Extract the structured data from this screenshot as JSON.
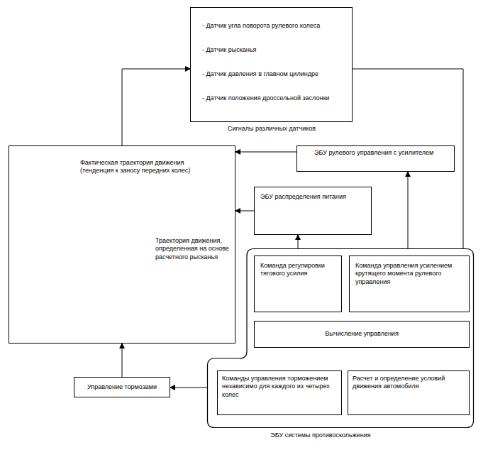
{
  "diagram": {
    "nodes": [
      {
        "text": [
          "- Датчик угла поворота рулевого колеса",
          "- Датчик рысканья",
          "- Датчик давления в главном цилиндре",
          "- Датчик положения дроссельной заслонки",
          "Сигналы различных датчиков"
        ]
      },
      {
        "text": [
          "Фактическая траектория движения (тенденция к заносу передних колес)",
          "Траектория движения, определенная на основе расчетного рысканья"
        ]
      },
      {
        "text": [
          "ЭБУ рулевого управления с усилителем"
        ]
      },
      {
        "text": [
          "ЭБУ распределения питания"
        ]
      },
      {
        "text": [
          "ЭБУ системы противоскольжения"
        ]
      },
      {
        "text": [
          "Команда регулировки тягового усилия"
        ],
        "in": 4
      },
      {
        "text": [
          "Команда управления усилением крутящего момента рулевого управления"
        ],
        "in": 4
      },
      {
        "text": [
          "Вычисление управления"
        ],
        "in": 4
      },
      {
        "text": [
          "Команды управления торможением независимо для каждого из четырех колес"
        ],
        "in": 4
      },
      {
        "text": [
          "Расчет и определение условий движения автомобиля"
        ],
        "in": 4
      },
      {
        "text": [
          "Управление тормозами"
        ]
      }
    ],
    "edges": [
      {
        "from": 1,
        "to": 0,
        "arrow": "to"
      },
      {
        "from": 0,
        "to": 9,
        "arrow": "to"
      },
      {
        "from": 2,
        "to": 1,
        "arrow": "to"
      },
      {
        "from": 3,
        "to": 1,
        "arrow": "to"
      },
      {
        "from": 5,
        "to": 3,
        "arrow": "to"
      },
      {
        "from": 6,
        "to": 2,
        "arrow": "to"
      },
      {
        "from": 7,
        "to": 5,
        "arrow": "to"
      },
      {
        "from": 7,
        "to": 6,
        "arrow": "to"
      },
      {
        "from": 7,
        "to": 8,
        "arrow": "to"
      },
      {
        "from": 9,
        "to": 7,
        "arrow": "to"
      },
      {
        "from": 8,
        "to": 10,
        "arrow": "to"
      },
      {
        "from": 10,
        "to": 1,
        "arrow": "to"
      }
    ]
  }
}
